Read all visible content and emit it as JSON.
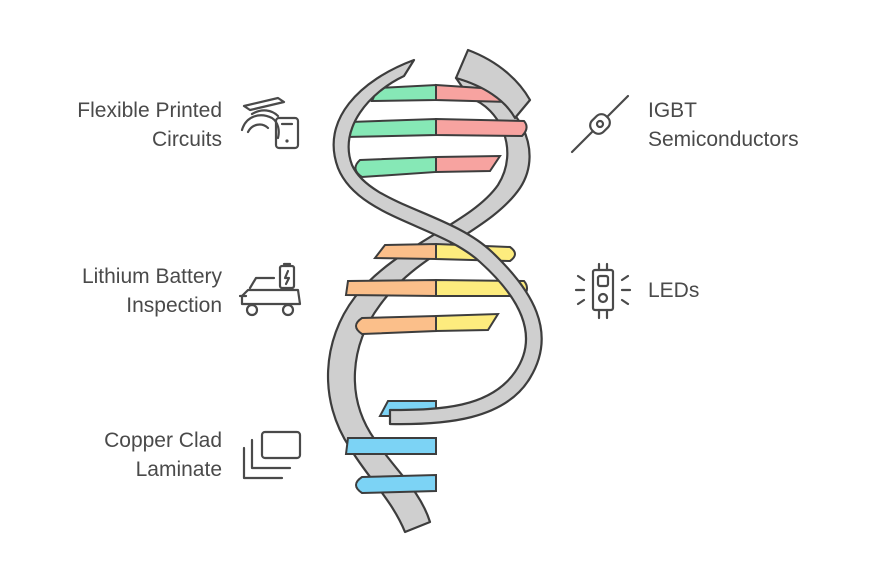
{
  "items": [
    {
      "lines": [
        "Flexible Printed",
        "Circuits"
      ],
      "icon": "flexible-circuit-icon"
    },
    {
      "lines": [
        "IGBT",
        "Semiconductors"
      ],
      "icon": "semiconductor-icon"
    },
    {
      "lines": [
        "Lithium Battery",
        "Inspection"
      ],
      "icon": "electric-car-battery-icon"
    },
    {
      "lines": [
        "LEDs"
      ],
      "icon": "led-icon"
    },
    {
      "lines": [
        "Copper Clad",
        "Laminate"
      ],
      "icon": "laminate-sheets-icon"
    }
  ],
  "colors": {
    "strand_fill": "#cfcfcf",
    "outline": "#3d3d3d",
    "icon_stroke": "#4a4a4a",
    "rung_green": "#86e8b6",
    "rung_pink": "#f7a3a0",
    "rung_orange": "#fbbf8a",
    "rung_yellow": "#fdec7e",
    "rung_blue": "#7cd3f5"
  }
}
